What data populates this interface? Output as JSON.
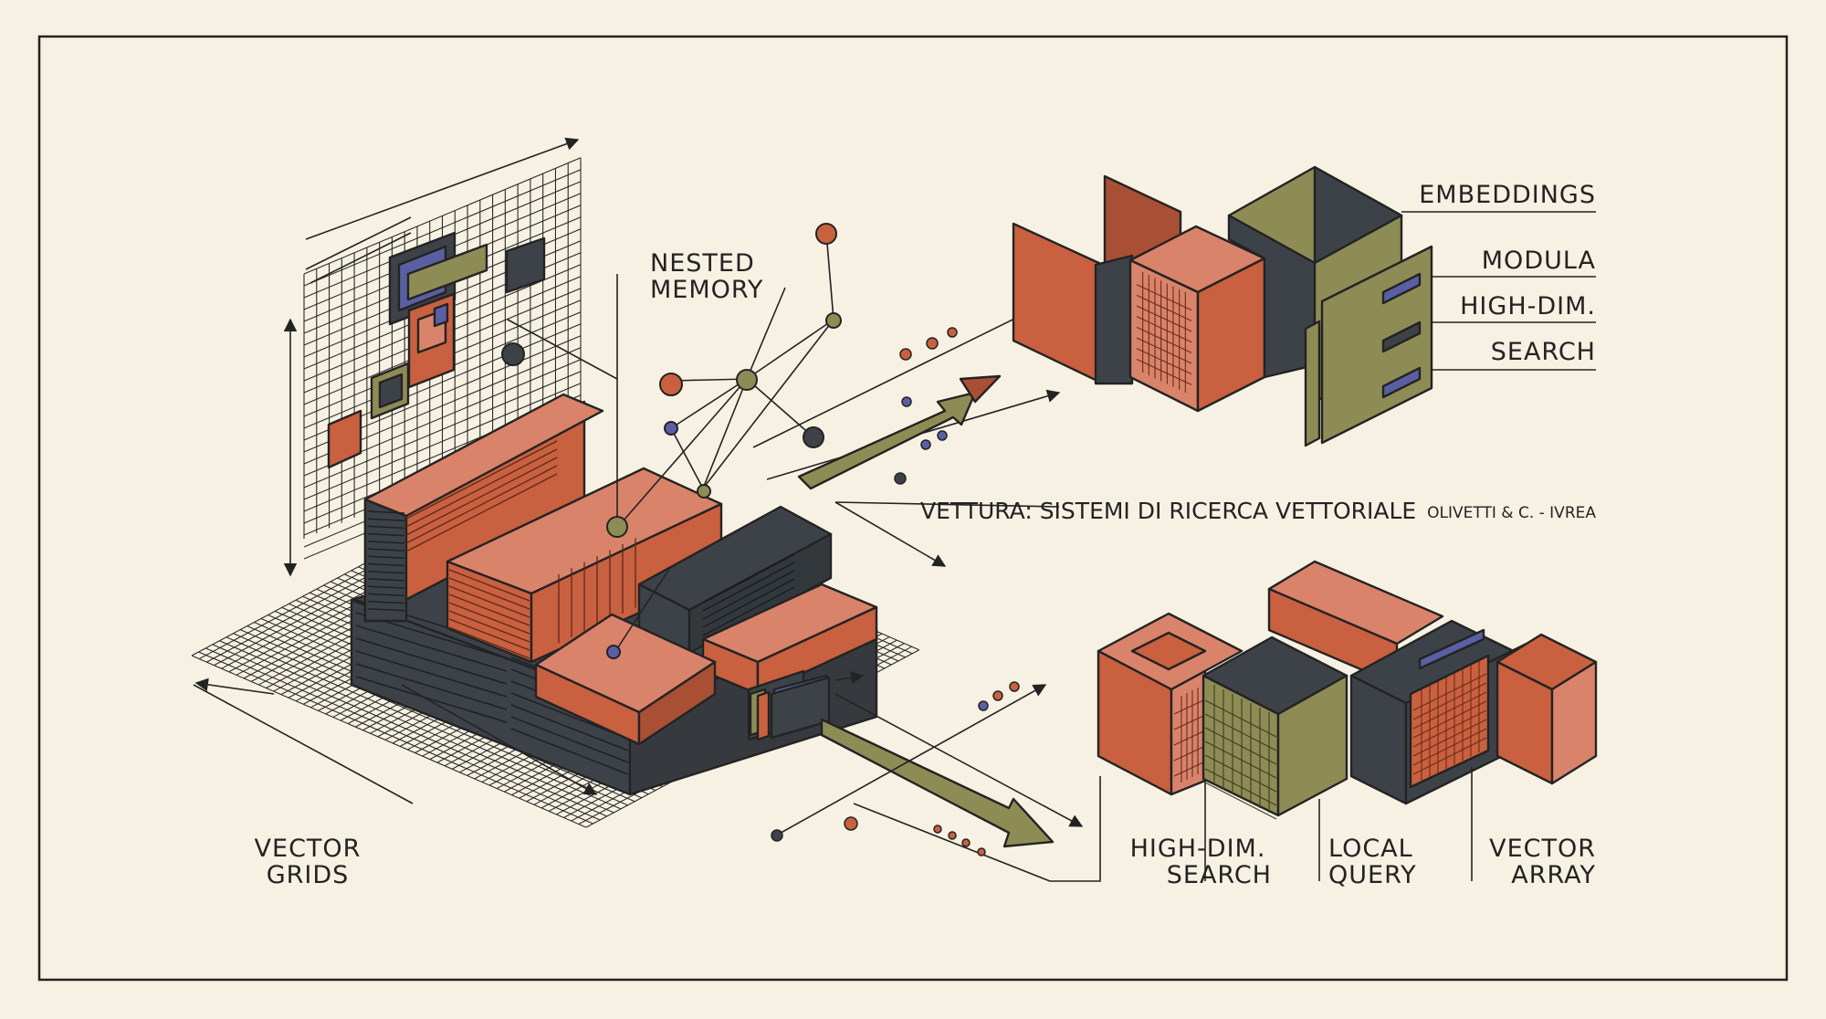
{
  "title": "VETTURA: SISTEMI DI RICERCA VETTORIALE",
  "maker": "OLIVETTI & C. - IVREA",
  "labels": {
    "nested_memory": [
      "NESTED",
      "MEMORY"
    ],
    "vector_grids": [
      "VECTOR",
      "GRIDS"
    ],
    "top_right": [
      "EMBEDDINGS",
      "MODULA",
      "HIGH-DIM.",
      "SEARCH"
    ],
    "bottom_1": [
      "HIGH-DIM.",
      "SEARCH"
    ],
    "bottom_2": [
      "LOCAL",
      "QUERY"
    ],
    "bottom_3": [
      "VECTOR",
      "ARRAY"
    ]
  },
  "colors": {
    "background": "#f6f1e2",
    "terracotta": "#c9603f",
    "terracotta_light": "#d9836a",
    "terracotta_dark": "#a94f33",
    "charcoal": "#3d4248",
    "olive": "#8e8c55",
    "blue": "#5a5fa3",
    "ink": "#232323"
  }
}
